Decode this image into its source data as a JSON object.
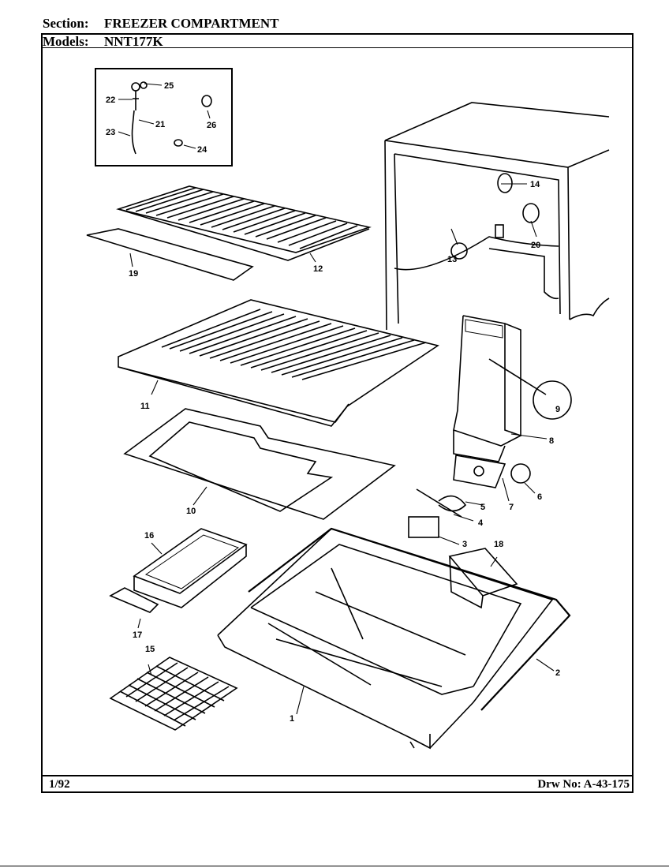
{
  "header": {
    "section_label": "Section:",
    "section_value": "FREEZER COMPARTMENT",
    "models_label": "Models:",
    "models_value": "NNT177K"
  },
  "footer": {
    "date": "1/92",
    "drawing_number": "Drw No: A-43-175"
  },
  "callouts": {
    "c1": "1",
    "c2": "2",
    "c3": "3",
    "c4": "4",
    "c5": "5",
    "c6": "6",
    "c7": "7",
    "c8": "8",
    "c9": "9",
    "c10": "10",
    "c11": "11",
    "c12": "12",
    "c13": "13",
    "c14": "14",
    "c15": "15",
    "c16": "16",
    "c17": "17",
    "c18": "18",
    "c19": "19",
    "c20": "20",
    "c21": "21",
    "c22": "22",
    "c23": "23",
    "c24": "24",
    "c25": "25",
    "c26": "26"
  }
}
